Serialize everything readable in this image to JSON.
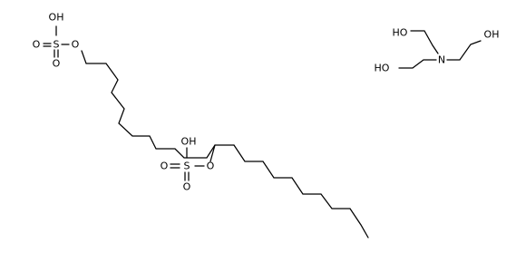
{
  "molecule": {
    "left": {
      "sulfate_top": {
        "oh": "OH",
        "s": "S",
        "o1": "O",
        "o2": "O",
        "o_link": "O"
      },
      "sulfate_mid": {
        "oh": "OH",
        "s": "S",
        "o1": "O",
        "o2": "O",
        "o_link": "O"
      }
    },
    "right": {
      "n": "N",
      "ho_top": "HO",
      "ho_left": "HO",
      "oh_right": "OH"
    }
  },
  "colors": {
    "bond": "#000000",
    "text": "#000000",
    "background": "#ffffff"
  }
}
